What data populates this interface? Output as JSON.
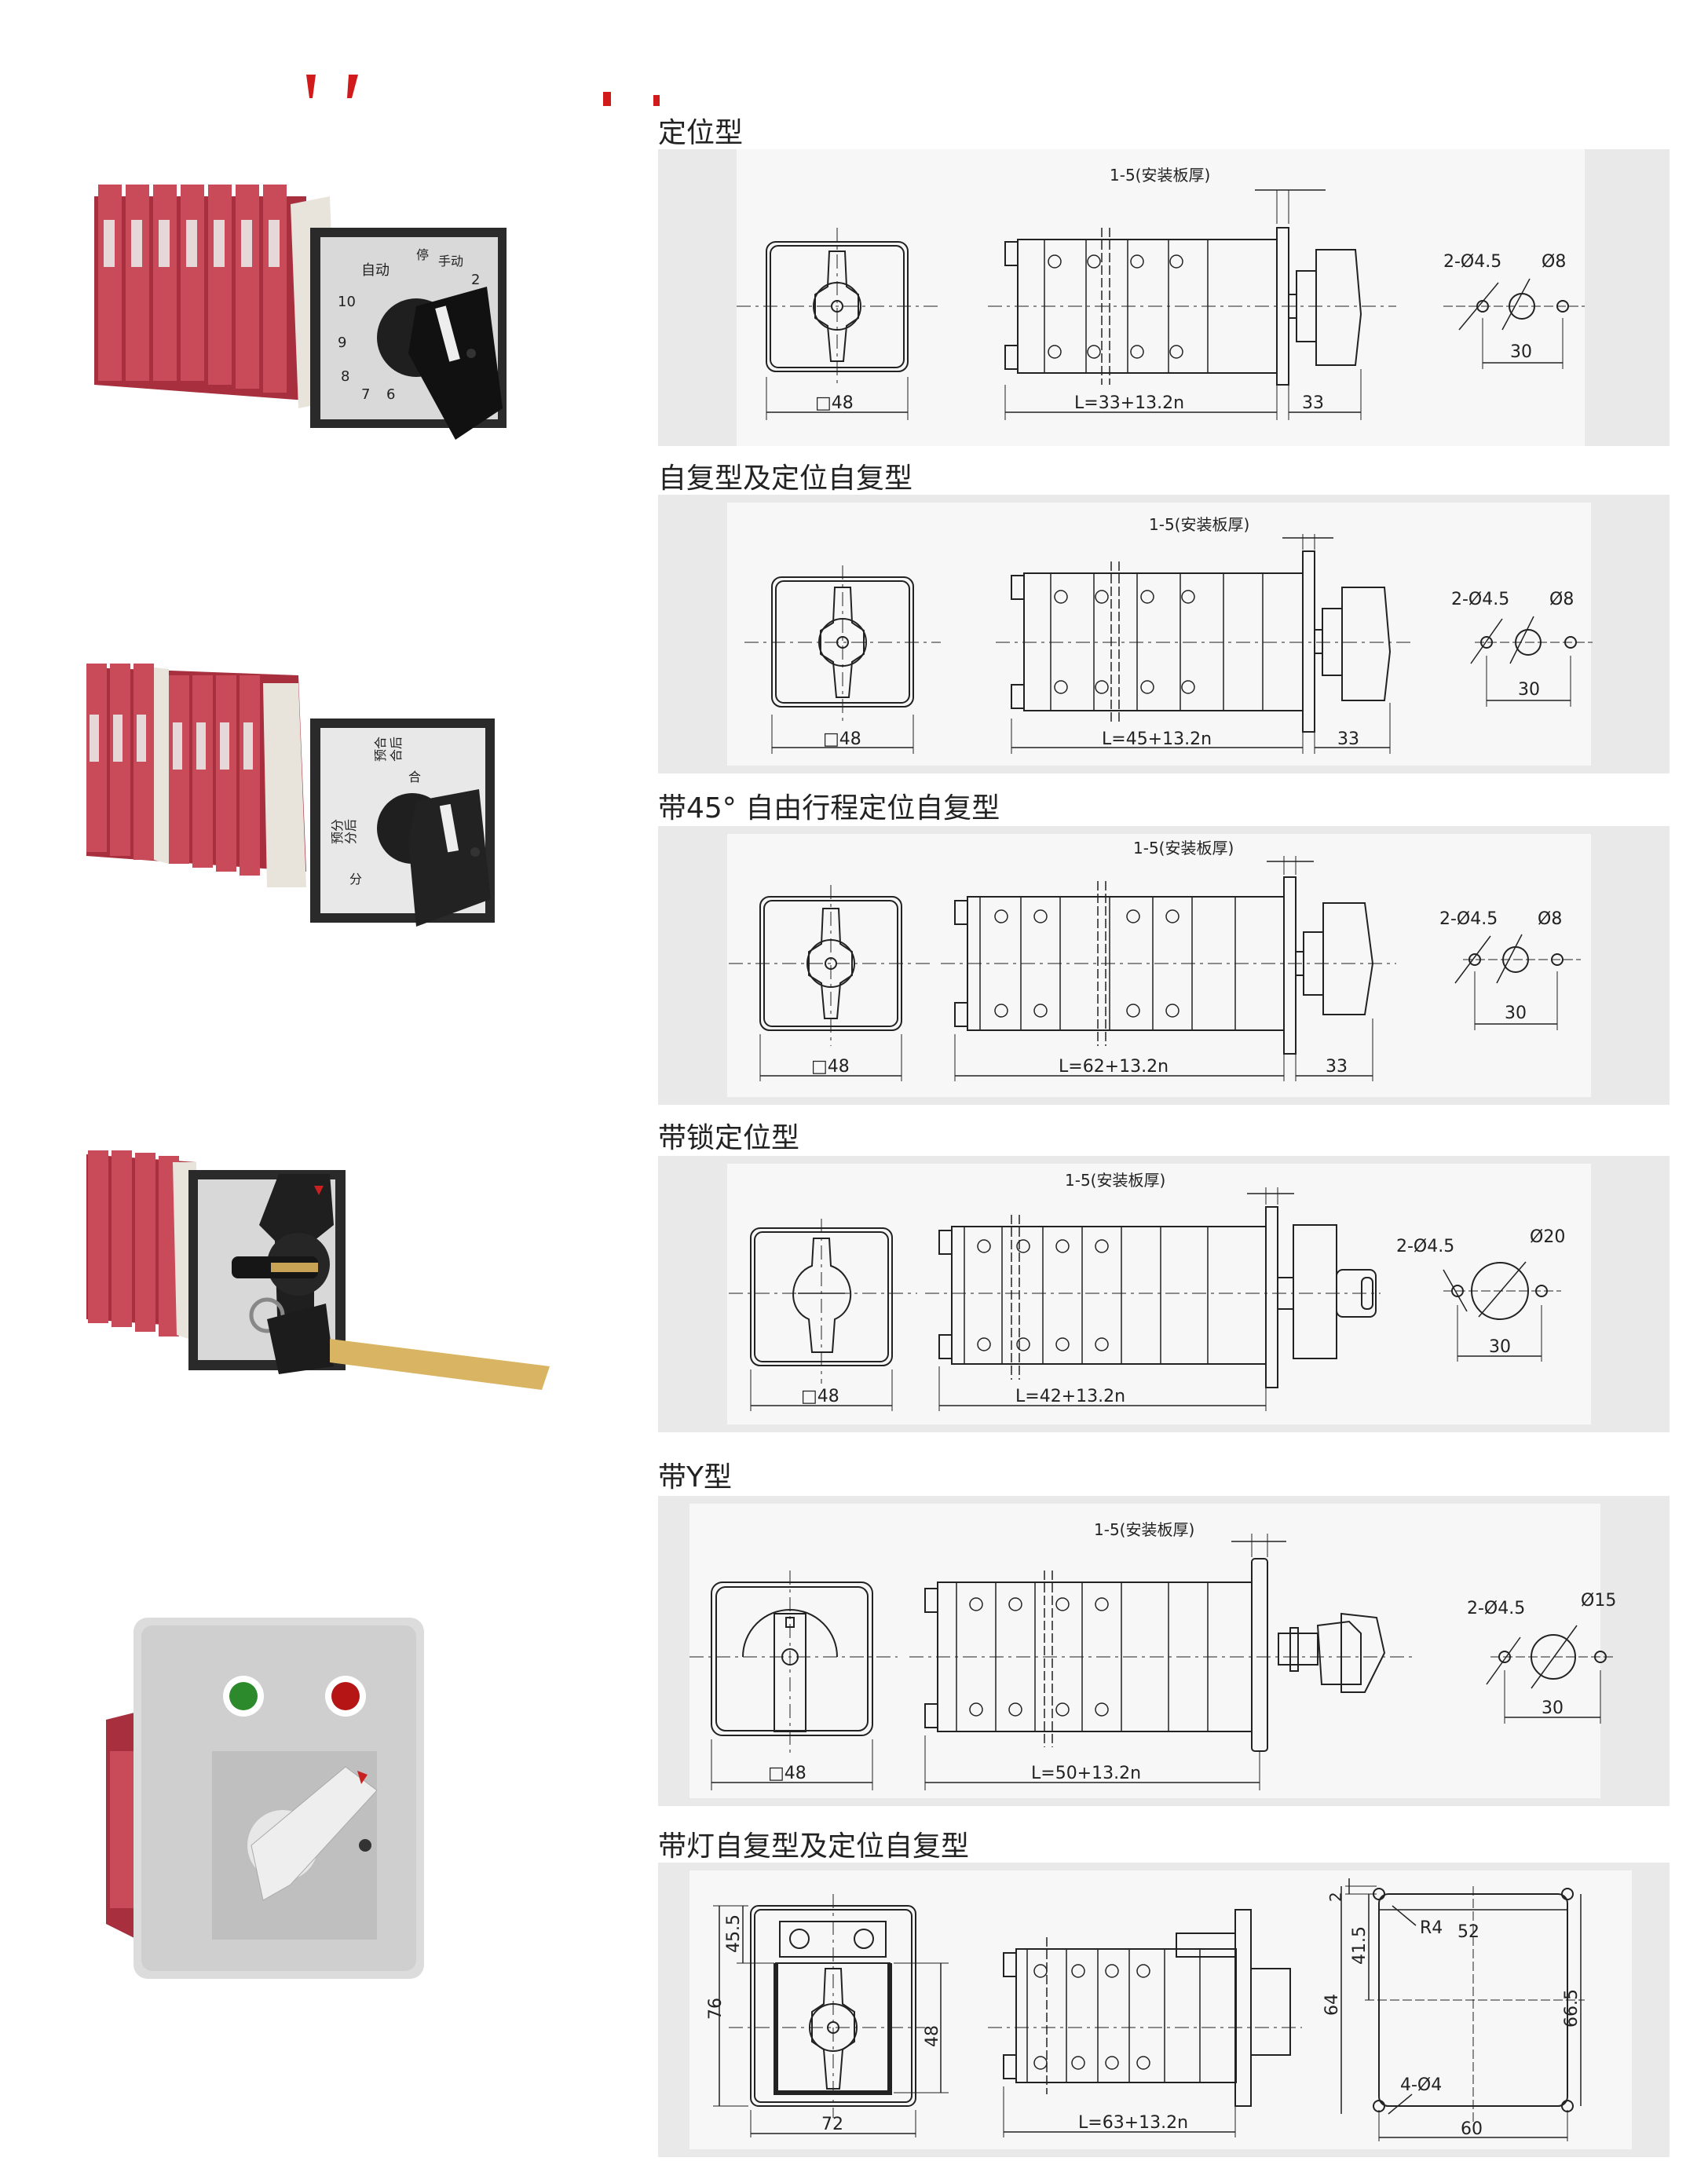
{
  "sections": [
    {
      "title": "定位型",
      "dims": {
        "plate": "1-5(安装板厚)",
        "square": "□48",
        "length": "L=33+13.2n",
        "depth": "33",
        "holes": "2-Ø4.5",
        "hole_center": "Ø8",
        "spacing": "30"
      }
    },
    {
      "title": "自复型及定位自复型",
      "dims": {
        "plate": "1-5(安装板厚)",
        "square": "□48",
        "length": "L=45+13.2n",
        "depth": "33",
        "holes": "2-Ø4.5",
        "hole_center": "Ø8",
        "spacing": "30"
      }
    },
    {
      "title": "带45°  自由行程定位自复型",
      "dims": {
        "plate": "1-5(安装板厚)",
        "square": "□48",
        "length": "L=62+13.2n",
        "depth": "33",
        "holes": "2-Ø4.5",
        "hole_center": "Ø8",
        "spacing": "30"
      }
    },
    {
      "title": "带锁定位型",
      "dims": {
        "plate": "1-5(安装板厚)",
        "square": "□48",
        "length": "L=42+13.2n",
        "holes": "2-Ø4.5",
        "hole_center": "Ø20",
        "spacing": "30"
      }
    },
    {
      "title": "带Y型",
      "dims": {
        "plate": "1-5(安装板厚)",
        "square": "□48",
        "length": "L=50+13.2n",
        "holes": "2-Ø4.5",
        "hole_center": "Ø15",
        "spacing": "30"
      }
    },
    {
      "title": "带灯自复型及定位自复型",
      "dims": {
        "h76": "76",
        "h455": "45.5",
        "h48": "48",
        "w72": "72",
        "length": "L=63+13.2n",
        "d2": "2",
        "r4": "R4",
        "w52": "52",
        "h415": "41.5",
        "h64": "64",
        "h665": "66.5",
        "holes4": "4-Ø4",
        "w60": "60"
      }
    }
  ],
  "photo_labels": {
    "dial1": {
      "auto": "自动",
      "stop": "停",
      "manual": "手动",
      "n10": "10",
      "n9": "9",
      "n8": "8",
      "n7": "7",
      "n6": "6",
      "n2": "2"
    },
    "dial2": {
      "pre_close": "预合",
      "closed": "合后",
      "close": "合",
      "pre_open": "预分",
      "opened": "分后",
      "open": "分"
    }
  }
}
